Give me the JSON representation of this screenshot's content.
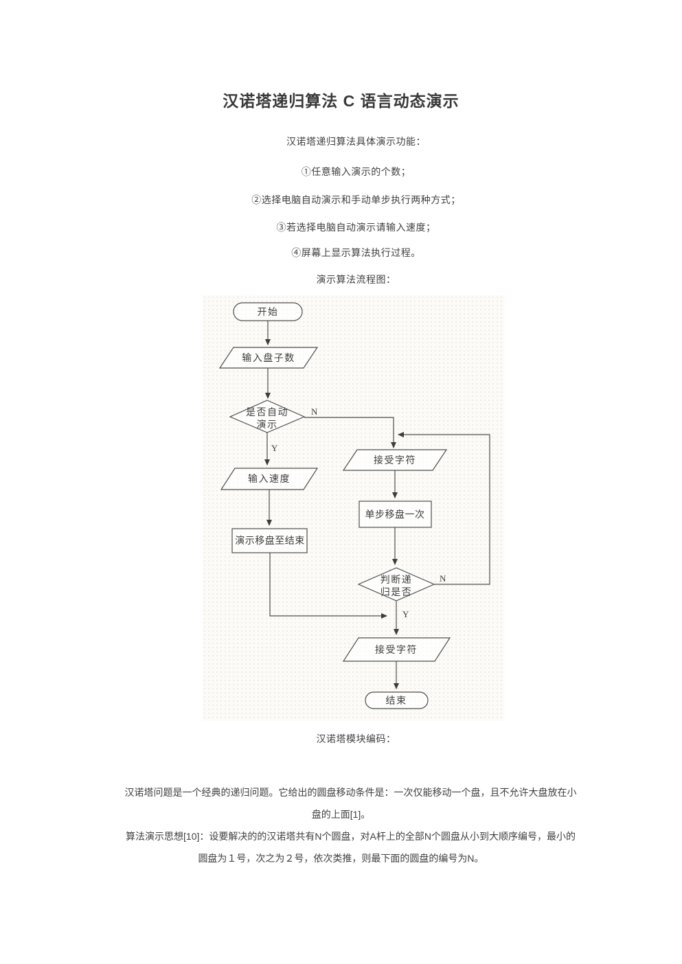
{
  "document": {
    "title": "汉诺塔递归算法 C 语言动态演示",
    "intro_heading": "汉诺塔递归算法具体演示功能：",
    "features": [
      "①任意输入演示的个数；",
      "②选择电脑自动演示和手动单步执行两种方式；",
      "③若选择电脑自动演示请输入速度；",
      "④屏幕上显示算法执行过程。"
    ],
    "flowchart_caption": "演示算法流程图：",
    "module_heading": "汉诺塔模块编码：",
    "paragraph1": "汉诺塔问题是一个经典的递归问题。它给出的圆盘移动条件是：一次仅能移动一个盘，且不允许大盘放在小盘的上面[1]。",
    "paragraph2": "算法演示思想[10]：设要解决的的汉诺塔共有N个圆盘，对A杆上的全部N个圆盘从小到大顺序编号，最小的圆盘为１号，次之为２号，依次类推，则最下面的圆盘的编号为N。"
  },
  "flowchart": {
    "nodes": {
      "start": "开始",
      "input_disks": "输入盘子数",
      "auto_line1": "是否自动",
      "auto_line2": "演示",
      "input_speed": "输入速度",
      "demo_to_end": "演示移盘至结束",
      "accept_char_1": "接受字符",
      "step_once": "单步移盘一次",
      "judge_line1": "判断递",
      "judge_line2": "归是否",
      "accept_char_2": "接受字符",
      "end": "结束"
    },
    "edge_labels": {
      "auto_no": "N",
      "auto_yes": "Y",
      "judge_no": "N",
      "judge_yes": "Y"
    }
  },
  "colors": {
    "text": "#3d3d3d",
    "flowchart_line": "#4d4d4d",
    "flowchart_background": "#fcfbf8"
  }
}
